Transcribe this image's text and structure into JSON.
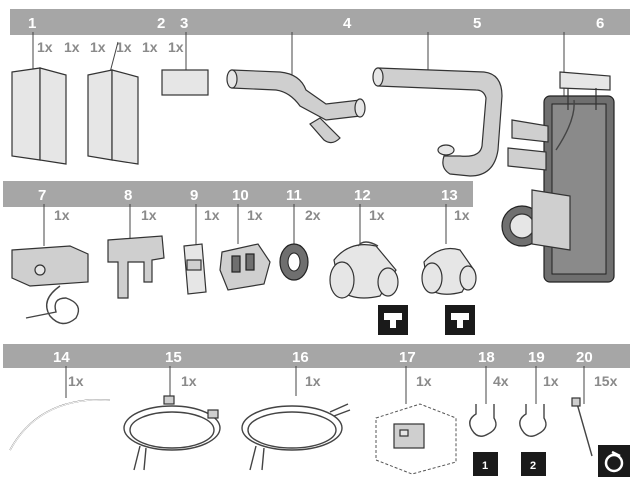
{
  "parts": [
    {
      "number": "1",
      "quantity": "1x",
      "icon": "instruction-booklet-icon"
    },
    {
      "number": "2",
      "quantity": "1x",
      "icon": "instruction-booklet-icon"
    },
    {
      "number": "3",
      "quantity": "1x",
      "icon": "label-sticker-icon"
    },
    {
      "number": "4",
      "quantity": "1x",
      "icon": "bent-pipe-icon"
    },
    {
      "number": "5",
      "quantity": "1x",
      "icon": "u-pipe-icon"
    },
    {
      "number": "6",
      "quantity": "1x",
      "icon": "pump-heat-exchanger-icon"
    },
    {
      "number": "7",
      "quantity": "1x",
      "icon": "controller-box-with-sensor-icon"
    },
    {
      "number": "8",
      "quantity": "1x",
      "icon": "mounting-bracket-icon"
    },
    {
      "number": "9",
      "quantity": "1x",
      "icon": "connector-plug-icon"
    },
    {
      "number": "10",
      "quantity": "1x",
      "icon": "terminal-connector-icon"
    },
    {
      "number": "11",
      "quantity": "2x",
      "icon": "sealing-ring-icon"
    },
    {
      "number": "12",
      "quantity": "1x",
      "icon": "tee-fitting-large-icon"
    },
    {
      "number": "13",
      "quantity": "1x",
      "icon": "tee-fitting-small-icon"
    },
    {
      "number": "14",
      "quantity": "1x",
      "icon": "curved-tube-icon"
    },
    {
      "number": "15",
      "quantity": "1x",
      "icon": "coiled-cable-icon"
    },
    {
      "number": "16",
      "quantity": "1x",
      "icon": "coiled-cable-icon"
    },
    {
      "number": "17",
      "quantity": "1x",
      "icon": "electronic-module-box-icon"
    },
    {
      "number": "18",
      "quantity": "4x",
      "icon": "pipe-clip-icon"
    },
    {
      "number": "19",
      "quantity": "1x",
      "icon": "pipe-clip-icon"
    },
    {
      "number": "20",
      "quantity": "15x",
      "icon": "cable-tie-icon"
    }
  ],
  "badges": {
    "clip_18": "1",
    "clip_19": "2"
  },
  "colors": {
    "header_bar": "#a6a6a6",
    "number_text": "#ffffff",
    "quantity_text": "#8a8a8a",
    "badge": "#1a1a1a"
  }
}
